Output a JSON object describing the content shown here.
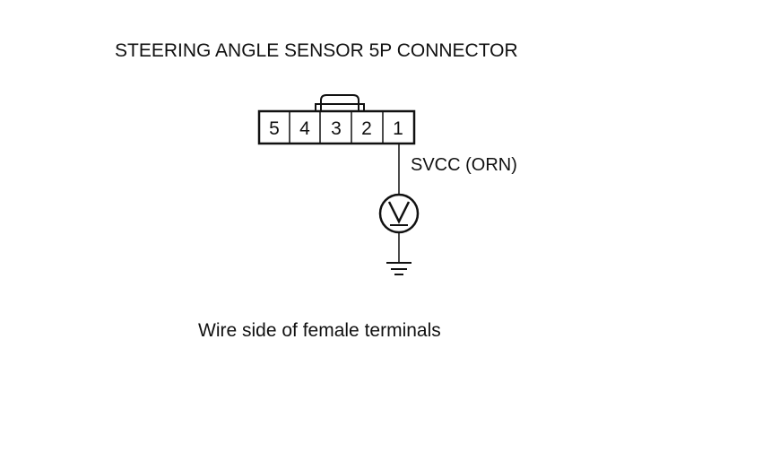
{
  "diagram": {
    "title": "STEERING ANGLE SENSOR 5P CONNECTOR",
    "connector": {
      "pins": [
        "5",
        "4",
        "3",
        "2",
        "1"
      ]
    },
    "wire_label": "SVCC (ORN)",
    "caption": "Wire side of female terminals",
    "colors": {
      "line": "#111111",
      "background": "#ffffff"
    },
    "icons": {
      "meter": "voltmeter-icon",
      "ground": "ground-icon"
    }
  }
}
